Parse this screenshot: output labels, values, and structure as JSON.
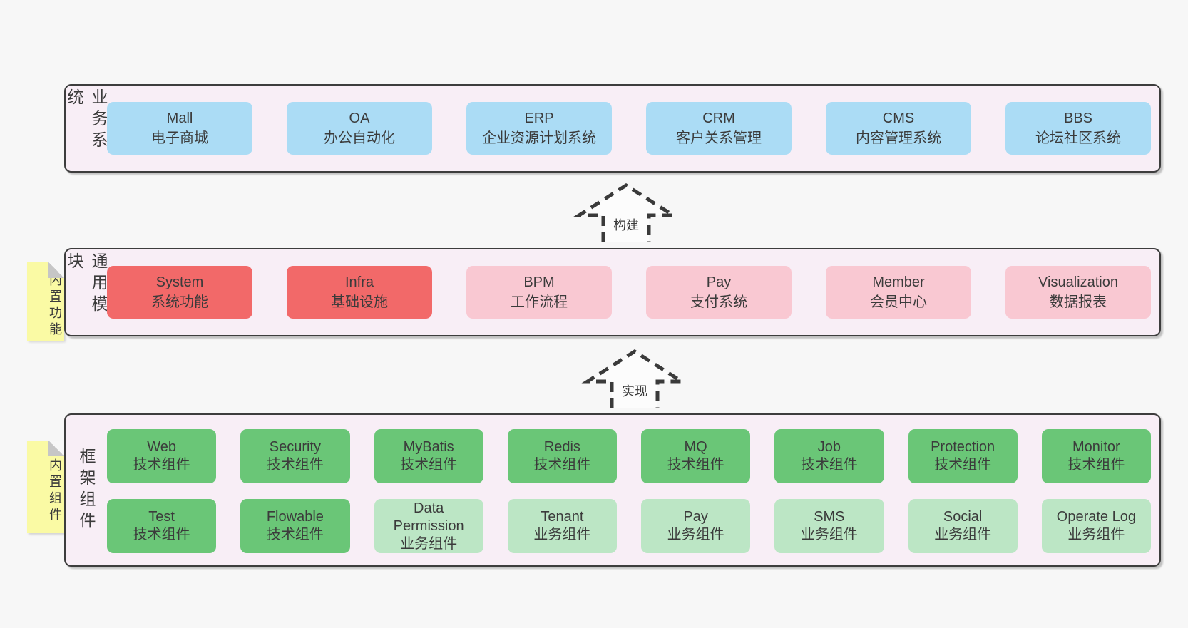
{
  "colors": {
    "page_bg": "#f7f7f7",
    "band_bg": "#f8eef6",
    "band_border": "#3d3d3d",
    "blue": "#abdcf5",
    "red": "#f26969",
    "pink": "#f9c8d2",
    "green_dark": "#6ac677",
    "green_light": "#bce6c5",
    "yellow_note": "#fafaa4",
    "note_fold": "#c6c6c6",
    "text": "#3b3b3b",
    "arrow": "#3a3a3a"
  },
  "arrows": [
    {
      "label": "构建"
    },
    {
      "label": "实现"
    }
  ],
  "bands": [
    {
      "label": "业务系统",
      "items": [
        {
          "name": "Mall",
          "subtitle": "电子商城",
          "variant": "blue"
        },
        {
          "name": "OA",
          "subtitle": "办公自动化",
          "variant": "blue"
        },
        {
          "name": "ERP",
          "subtitle": "企业资源计划系统",
          "variant": "blue"
        },
        {
          "name": "CRM",
          "subtitle": "客户关系管理",
          "variant": "blue"
        },
        {
          "name": "CMS",
          "subtitle": "内容管理系统",
          "variant": "blue"
        },
        {
          "name": "BBS",
          "subtitle": "论坛社区系统",
          "variant": "blue"
        }
      ]
    },
    {
      "label": "通用模块",
      "note": "内置功能",
      "items": [
        {
          "name": "System",
          "subtitle": "系统功能",
          "variant": "red"
        },
        {
          "name": "Infra",
          "subtitle": "基础设施",
          "variant": "red"
        },
        {
          "name": "BPM",
          "subtitle": "工作流程",
          "variant": "pink"
        },
        {
          "name": "Pay",
          "subtitle": "支付系统",
          "variant": "pink"
        },
        {
          "name": "Member",
          "subtitle": "会员中心",
          "variant": "pink"
        },
        {
          "name": "Visualization",
          "subtitle": "数据报表",
          "variant": "pink"
        }
      ]
    },
    {
      "label": "框架组件",
      "note": "内置组件",
      "items": [
        {
          "name": "Web",
          "subtitle": "技术组件",
          "variant": "green_dark"
        },
        {
          "name": "Security",
          "subtitle": "技术组件",
          "variant": "green_dark"
        },
        {
          "name": "MyBatis",
          "subtitle": "技术组件",
          "variant": "green_dark"
        },
        {
          "name": "Redis",
          "subtitle": "技术组件",
          "variant": "green_dark"
        },
        {
          "name": "MQ",
          "subtitle": "技术组件",
          "variant": "green_dark"
        },
        {
          "name": "Job",
          "subtitle": "技术组件",
          "variant": "green_dark"
        },
        {
          "name": "Protection",
          "subtitle": "技术组件",
          "variant": "green_dark"
        },
        {
          "name": "Monitor",
          "subtitle": "技术组件",
          "variant": "green_dark"
        },
        {
          "name": "Test",
          "subtitle": "技术组件",
          "variant": "green_dark"
        },
        {
          "name": "Flowable",
          "subtitle": "技术组件",
          "variant": "green_dark"
        },
        {
          "name": "Data Permission",
          "subtitle": "业务组件",
          "variant": "green_light"
        },
        {
          "name": "Tenant",
          "subtitle": "业务组件",
          "variant": "green_light"
        },
        {
          "name": "Pay",
          "subtitle": "业务组件",
          "variant": "green_light"
        },
        {
          "name": "SMS",
          "subtitle": "业务组件",
          "variant": "green_light"
        },
        {
          "name": "Social",
          "subtitle": "业务组件",
          "variant": "green_light"
        },
        {
          "name": "Operate Log",
          "subtitle": "业务组件",
          "variant": "green_light"
        }
      ]
    }
  ]
}
